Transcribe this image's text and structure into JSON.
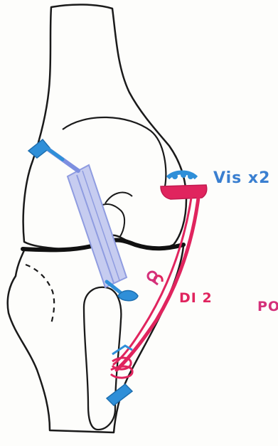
{
  "labels": {
    "screw_count": "Vis x2",
    "graft_label": "DI 2",
    "cut_label": "PO"
  },
  "colors": {
    "bone_outline": "#1a1a1a",
    "joint_line": "#111111",
    "ligament_graft": "#e0245e",
    "fixation_blue": "#2f8fd8",
    "tunnel_violet": "#8f9ce0",
    "background": "#fdfdfb"
  }
}
